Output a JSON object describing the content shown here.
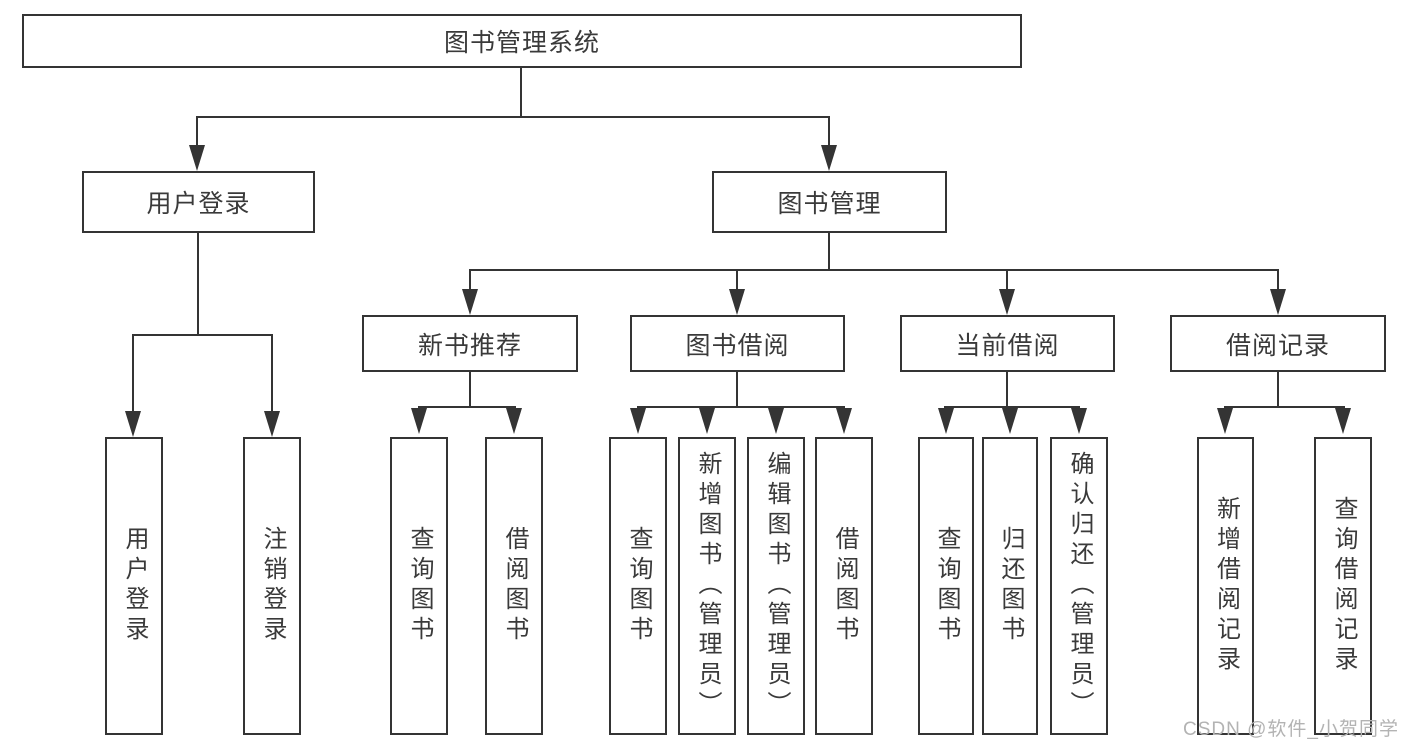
{
  "nodes": {
    "root": "图书管理系统",
    "branches": [
      {
        "label": "用户登录",
        "leaves": [
          "用户登录",
          "注销登录"
        ]
      },
      {
        "label": "图书管理",
        "groups": [
          {
            "label": "新书推荐",
            "leaves": [
              "查询图书",
              "借阅图书"
            ]
          },
          {
            "label": "图书借阅",
            "leaves": [
              "查询图书",
              "新增图书（管理员）",
              "编辑图书（管理员）",
              "借阅图书"
            ]
          },
          {
            "label": "当前借阅",
            "leaves": [
              "查询图书",
              "归还图书",
              "确认归还（管理员）"
            ]
          },
          {
            "label": "借阅记录",
            "leaves": [
              "新增借阅记录",
              "查询借阅记录"
            ]
          }
        ]
      }
    ]
  },
  "watermark": "CSDN @软件_小贺同学",
  "colors": {
    "line": "#343434",
    "text": "#3a3a3a",
    "background": "#ffffff",
    "watermark": "#b3b3b3"
  }
}
